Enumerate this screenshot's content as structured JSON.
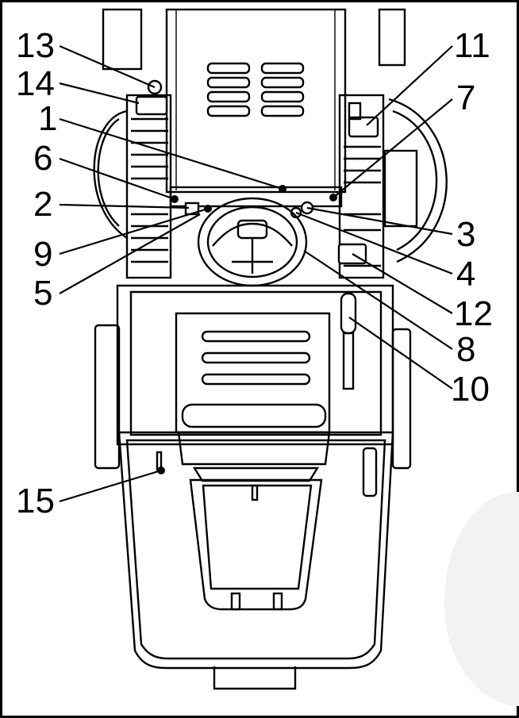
{
  "diagram": {
    "callouts": [
      {
        "id": "c1",
        "label": "1"
      },
      {
        "id": "c2",
        "label": "2"
      },
      {
        "id": "c3",
        "label": "3"
      },
      {
        "id": "c4",
        "label": "4"
      },
      {
        "id": "c5",
        "label": "5"
      },
      {
        "id": "c6",
        "label": "6"
      },
      {
        "id": "c7",
        "label": "7"
      },
      {
        "id": "c8",
        "label": "8"
      },
      {
        "id": "c9",
        "label": "9"
      },
      {
        "id": "c10",
        "label": "10"
      },
      {
        "id": "c11",
        "label": "11"
      },
      {
        "id": "c12",
        "label": "12"
      },
      {
        "id": "c13",
        "label": "13"
      },
      {
        "id": "c14",
        "label": "14"
      },
      {
        "id": "c15",
        "label": "15"
      }
    ],
    "colors": {
      "ink": "#000000",
      "paper": "#ffffff",
      "watermark": "#f2f2f2"
    }
  }
}
